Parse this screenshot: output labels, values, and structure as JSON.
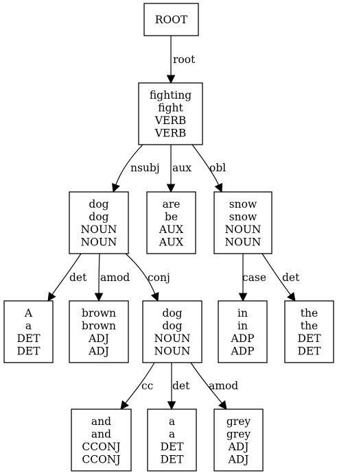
{
  "diagram": {
    "nodes": [
      {
        "id": "root",
        "lines": [
          "ROOT"
        ]
      },
      {
        "id": "fighting",
        "lines": [
          "fighting",
          "fight",
          "VERB",
          "VERB"
        ]
      },
      {
        "id": "dog1",
        "lines": [
          "dog",
          "dog",
          "NOUN",
          "NOUN"
        ]
      },
      {
        "id": "are",
        "lines": [
          "are",
          "be",
          "AUX",
          "AUX"
        ]
      },
      {
        "id": "snow",
        "lines": [
          "snow",
          "snow",
          "NOUN",
          "NOUN"
        ]
      },
      {
        "id": "a_upper",
        "lines": [
          "A",
          "a",
          "DET",
          "DET"
        ]
      },
      {
        "id": "brown",
        "lines": [
          "brown",
          "brown",
          "ADJ",
          "ADJ"
        ]
      },
      {
        "id": "dog2",
        "lines": [
          "dog",
          "dog",
          "NOUN",
          "NOUN"
        ]
      },
      {
        "id": "in",
        "lines": [
          "in",
          "in",
          "ADP",
          "ADP"
        ]
      },
      {
        "id": "the",
        "lines": [
          "the",
          "the",
          "DET",
          "DET"
        ]
      },
      {
        "id": "and",
        "lines": [
          "and",
          "and",
          "CCONJ",
          "CCONJ"
        ]
      },
      {
        "id": "a_lower",
        "lines": [
          "a",
          "a",
          "DET",
          "DET"
        ]
      },
      {
        "id": "grey",
        "lines": [
          "grey",
          "grey",
          "ADJ",
          "ADJ"
        ]
      }
    ],
    "edges": [
      {
        "from": "root",
        "to": "fighting",
        "label": "root"
      },
      {
        "from": "fighting",
        "to": "dog1",
        "label": "nsubj"
      },
      {
        "from": "fighting",
        "to": "are",
        "label": "aux"
      },
      {
        "from": "fighting",
        "to": "snow",
        "label": "obl"
      },
      {
        "from": "dog1",
        "to": "a_upper",
        "label": "det"
      },
      {
        "from": "dog1",
        "to": "brown",
        "label": "amod"
      },
      {
        "from": "dog1",
        "to": "dog2",
        "label": "conj"
      },
      {
        "from": "snow",
        "to": "in",
        "label": "case"
      },
      {
        "from": "snow",
        "to": "the",
        "label": "det"
      },
      {
        "from": "dog2",
        "to": "and",
        "label": "cc"
      },
      {
        "from": "dog2",
        "to": "a_lower",
        "label": "det"
      },
      {
        "from": "dog2",
        "to": "grey",
        "label": "amod"
      }
    ]
  }
}
